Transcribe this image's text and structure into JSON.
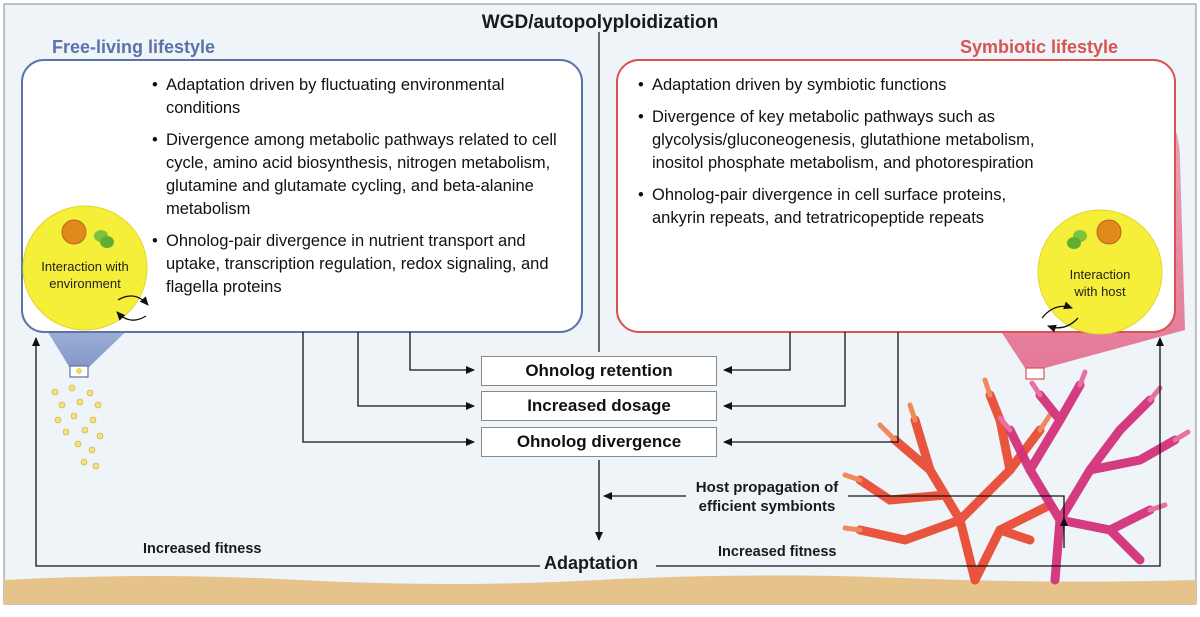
{
  "title": "WGD/autopolyploidization",
  "free_living": {
    "heading": "Free-living lifestyle",
    "bullets": [
      "Adaptation driven by fluctuating environmental conditions",
      "Divergence among metabolic pathways related to cell cycle, amino acid biosynthesis, nitrogen metabolism, glutamine and glutamate cycling, and beta-alanine metabolism",
      "Ohnolog-pair divergence in nutrient transport and uptake, transcription regulation, redox signaling, and flagella proteins"
    ],
    "cell_label": "Interaction with environment"
  },
  "symbiotic": {
    "heading": "Symbiotic lifestyle",
    "bullets": [
      "Adaptation driven by symbiotic functions",
      "Divergence of key metabolic pathways such as glycolysis/gluconeogenesis, glutathione metabolism, inositol phosphate metabolism, and photorespiration",
      "Ohnolog-pair divergence in cell surface proteins, ankyrin repeats, and tetratricopeptide repeats"
    ],
    "cell_label": "Interaction with host"
  },
  "steps": [
    "Ohnolog retention",
    "Increased dosage",
    "Ohnolog divergence"
  ],
  "host_propagation": "Host propagation of efficient symbionts",
  "adaptation": "Adaptation",
  "fitness_left": "Increased fitness",
  "fitness_right": "Increased fitness",
  "colors": {
    "free_living": "#5a73a8",
    "symbiotic": "#d9534f",
    "cell_fill": "#f6ef3a",
    "coral_red": "#e8483a",
    "coral_pink": "#d6337a",
    "sand": "#e8c48a",
    "water": "#eef4f8"
  }
}
